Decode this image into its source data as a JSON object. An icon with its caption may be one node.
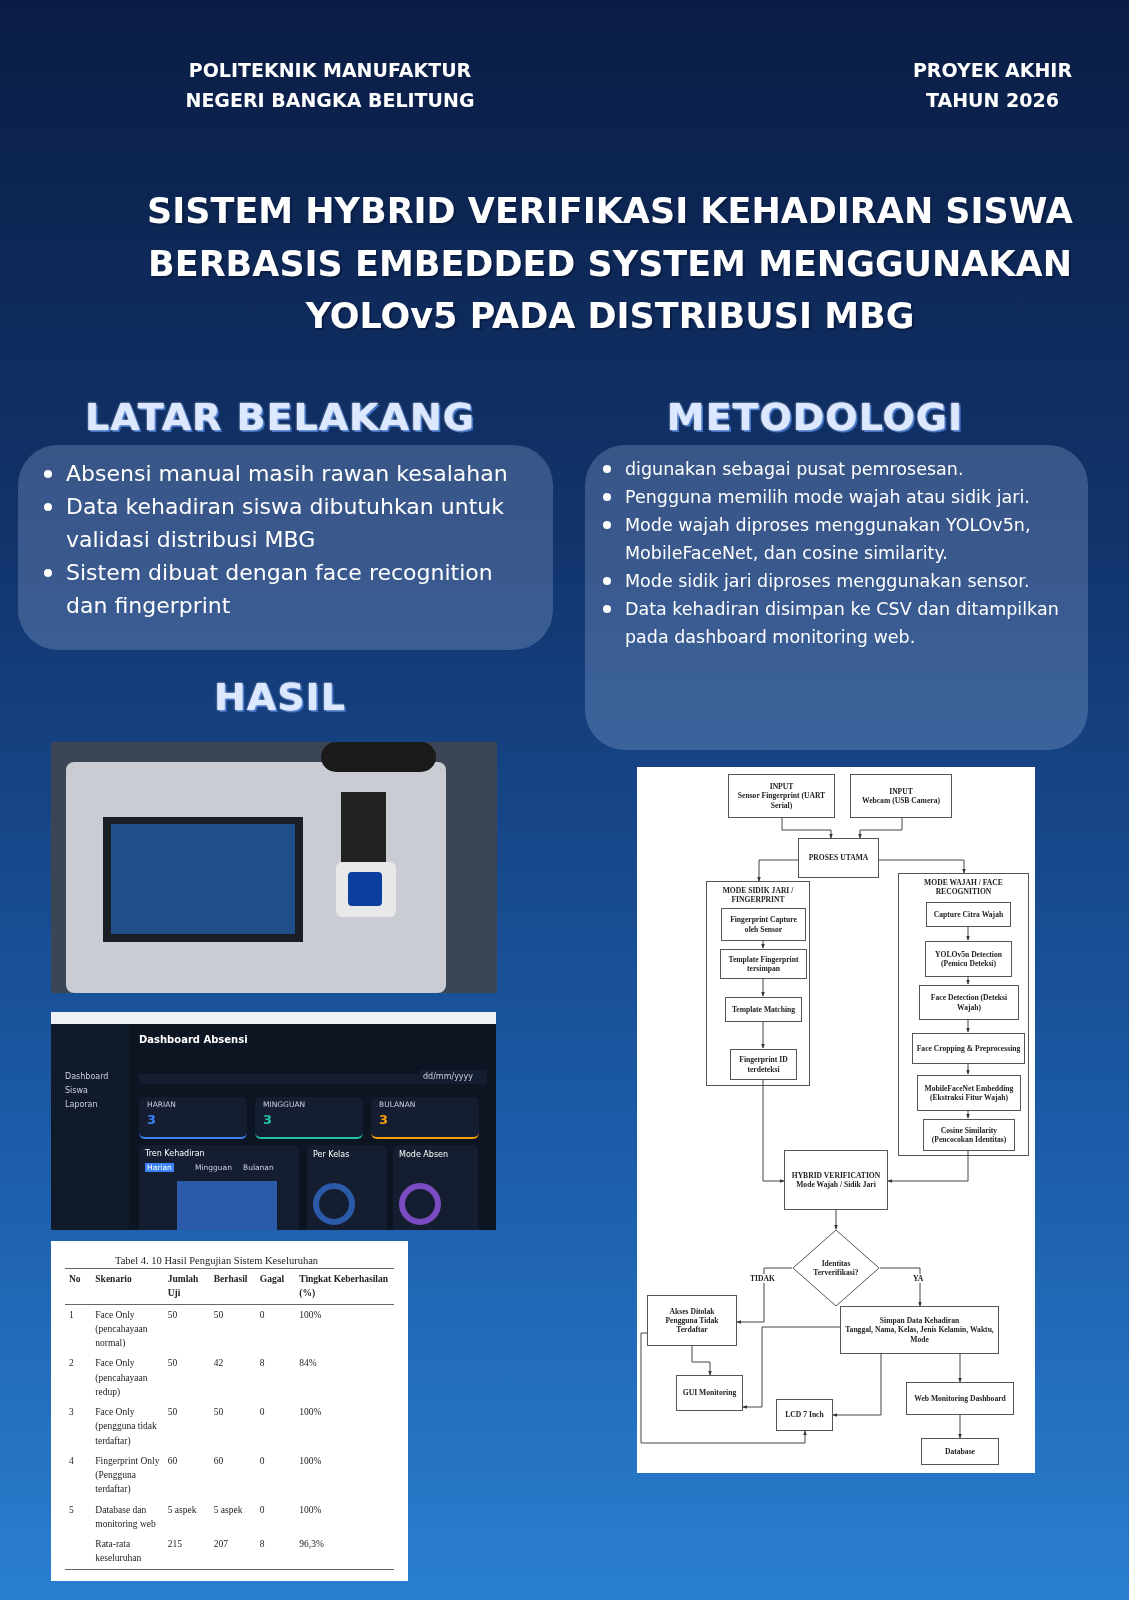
{
  "diagram": {
    "title": "SISTEM HYBRID VERIFIKASI KEHADIRAN SISWA BERBASIS EMBEDDED SYSTEM MENGGUNAKAN YOLOv5 PADA DISTRIBUSI MBG",
    "nodes": [
      {
        "text": [
          "INPUT",
          "Sensor Fingerprint (UART Serial)"
        ]
      },
      {
        "text": [
          "INPUT",
          "Webcam (USB Camera)"
        ]
      },
      {
        "text": [
          "PROSES UTAMA"
        ]
      },
      {
        "text": [
          "MODE SIDIK JARI / FINGERPRINT"
        ]
      },
      {
        "text": [
          "Fingerprint Capture oleh Sensor"
        ],
        "in": 3
      },
      {
        "text": [
          "Template Fingerprint tersimpan"
        ],
        "in": 3
      },
      {
        "text": [
          "Template Matching"
        ],
        "in": 3
      },
      {
        "text": [
          "Fingerprint ID terdeteksi"
        ],
        "in": 3
      },
      {
        "text": [
          "MODE WAJAH / FACE RECOGNITION"
        ]
      },
      {
        "text": [
          "Capture Citra Wajah"
        ],
        "in": 8
      },
      {
        "text": [
          "YOLOv5n Detection (Pemicu Deteksi)"
        ],
        "in": 8
      },
      {
        "text": [
          "Face Detection (Deteksi Wajah)"
        ],
        "in": 8
      },
      {
        "text": [
          "Face Cropping & Preprocessing"
        ],
        "in": 8
      },
      {
        "text": [
          "MobileFaceNet Embedding (Ekstraksi Fitur Wajah)"
        ],
        "in": 8
      },
      {
        "text": [
          "Cosine Similarity (Pencocokan Identitas)"
        ],
        "in": 8
      },
      {
        "text": [
          "HYBRID VERIFICATION",
          "Mode Wajah / Sidik Jari"
        ]
      },
      {
        "text": [
          "Identitas Terverifikasi?"
        ]
      },
      {
        "text": [
          "Akses Ditolak",
          "Pengguna Tidak Terdaftar"
        ]
      },
      {
        "text": [
          "Simpan Data Kehadiran",
          "Tanggal, Nama, Kelas, Jenis Kelamin, Waktu, Mode"
        ]
      },
      {
        "text": [
          "GUI Monitoring"
        ]
      },
      {
        "text": [
          "LCD 7 Inch"
        ]
      },
      {
        "text": [
          "Web Monitoring Dashboard"
        ]
      },
      {
        "text": [
          "Database"
        ]
      }
    ],
    "edges": [
      {
        "from": 0,
        "to": 2,
        "arrow": "to"
      },
      {
        "from": 1,
        "to": 2,
        "arrow": "to"
      },
      {
        "from": 2,
        "to": 3,
        "arrow": "to"
      },
      {
        "from": 2,
        "to": 8,
        "arrow": "to"
      },
      {
        "from": 4,
        "to": 5,
        "arrow": "to"
      },
      {
        "from": 5,
        "to": 6,
        "arrow": "to"
      },
      {
        "from": 6,
        "to": 7,
        "arrow": "to"
      },
      {
        "from": 9,
        "to": 10,
        "arrow": "to"
      },
      {
        "from": 10,
        "to": 11,
        "arrow": "to"
      },
      {
        "from": 11,
        "to": 12,
        "arrow": "to"
      },
      {
        "from": 12,
        "to": 13,
        "arrow": "to"
      },
      {
        "from": 13,
        "to": 14,
        "arrow": "to"
      },
      {
        "from": 7,
        "to": 15,
        "arrow": "to"
      },
      {
        "from": 14,
        "to": 15,
        "arrow": "to"
      },
      {
        "from": 15,
        "to": 16,
        "arrow": "to"
      },
      {
        "from": 16,
        "to": 17,
        "arrow": "to",
        "label": "TIDAK"
      },
      {
        "from": 16,
        "to": 18,
        "arrow": "to",
        "label": "YA"
      },
      {
        "from": 17,
        "to": 19,
        "arrow": "to"
      },
      {
        "from": 18,
        "to": 19,
        "arrow": "to"
      },
      {
        "from": 18,
        "to": 20,
        "arrow": "to"
      },
      {
        "from": 17,
        "to": 20,
        "arrow": "to"
      },
      {
        "from": 18,
        "to": 21,
        "arrow": "to"
      },
      {
        "from": 21,
        "to": 22,
        "arrow": "to"
      }
    ],
    "labels": [
      "POLITEKNIK MANUFAKTUR NEGERI BANGKA BELITUNG",
      "PROYEK AKHIR TAHUN 2026",
      "LATAR BELAKANG",
      "METODOLOGI",
      "Absensi manual masih rawan kesalahan",
      "Data kehadiran siswa dibutuhkan untuk validasi distribusi MBG",
      "Sistem dibuat dengan face recognition dan fingerprint",
      "digunakan sebagai pusat pemrosesan.",
      "Pengguna memilih mode wajah atau sidik jari.",
      "Mode wajah diproses menggunakan YOLOv5n, MobileFaceNet, dan cosine similarity.",
      "Mode sidik jari diproses menggunakan sensor.",
      "Data kehadiran disimpan ke CSV dan ditampilkan pada dashboard monitoring web.",
      "HASIL",
      "Dashboard",
      "Siswa",
      "Laporan",
      "Dashboard Absensi",
      "dd/mm/yyyy",
      "HARIAN",
      "3",
      "MINGGUAN",
      "3",
      "BULANAN",
      "3",
      "Tren Kehadiran",
      "Harian",
      "Mingguan",
      "Bulanan",
      "Per Kelas",
      "Mode Absen",
      "Tabel 4. 10 Hasil Pengujian Sistem Keseluruhan",
      "No",
      "Skenario",
      "Jumlah Uji",
      "Berhasil",
      "Gagal",
      "Tingkat Keberhasilan (%)",
      "1",
      "Face Only (pencahayaan normal)",
      "50",
      "50",
      "0",
      "100%",
      "2",
      "Face Only (pencahayaan redup)",
      "50",
      "42",
      "8",
      "84%",
      "3",
      "Face Only (pengguna tidak terdaftar)",
      "50",
      "50",
      "0",
      "100%",
      "4",
      "Fingerprint Only (Pengguna terdaftar)",
      "60",
      "60",
      "0",
      "100%",
      "5",
      "Database dan monitoring web",
      "5 aspek",
      "5 aspek",
      "0",
      "100%",
      "Rata-rata keseluruhan",
      "215",
      "207",
      "8",
      "96,3%"
    ]
  }
}
